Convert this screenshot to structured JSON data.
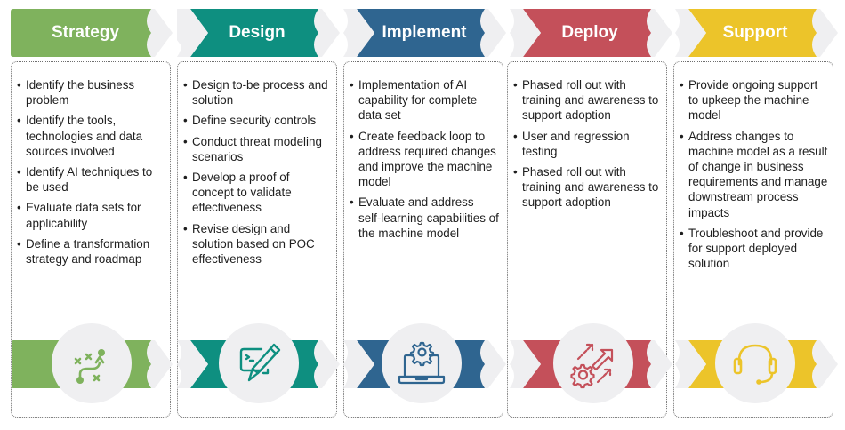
{
  "phases": [
    {
      "title": "Strategy",
      "color": "#7fb25d",
      "icon": "strategy-path-icon",
      "bullets": [
        "Identify the business problem",
        "Identify the tools, technologies and data sources involved",
        "Identify AI techniques to be used",
        "Evaluate data sets for applicability",
        "Define a transformation strategy and roadmap"
      ]
    },
    {
      "title": "Design",
      "color": "#0e8f80",
      "icon": "design-pencil-icon",
      "bullets": [
        "Design to-be process and solution",
        "Define security controls",
        "Conduct threat modeling scenarios",
        "Develop a proof of concept to validate effectiveness",
        "Revise design and solution based on POC effectiveness"
      ]
    },
    {
      "title": "Implement",
      "color": "#2f6590",
      "icon": "laptop-gear-icon",
      "bullets": [
        "Implementation of AI capability for complete data set",
        "Create feedback loop to address required changes and improve the machine model",
        "Evaluate and address self-learning capabilities of the machine model"
      ]
    },
    {
      "title": "Deploy",
      "color": "#c4505a",
      "icon": "gear-arrows-icon",
      "bullets": [
        "Phased roll out with training and awareness to support adoption",
        "User and regression testing",
        "Phased roll out with training and awareness to support adoption"
      ]
    },
    {
      "title": "Support",
      "color": "#ecc42a",
      "icon": "headset-icon",
      "bullets": [
        "Provide ongoing support to upkeep the machine model",
        "Address changes to machine model as a result of change in business requirements and manage downstream process impacts",
        "Troubleshoot and provide for support deployed solution"
      ]
    }
  ]
}
